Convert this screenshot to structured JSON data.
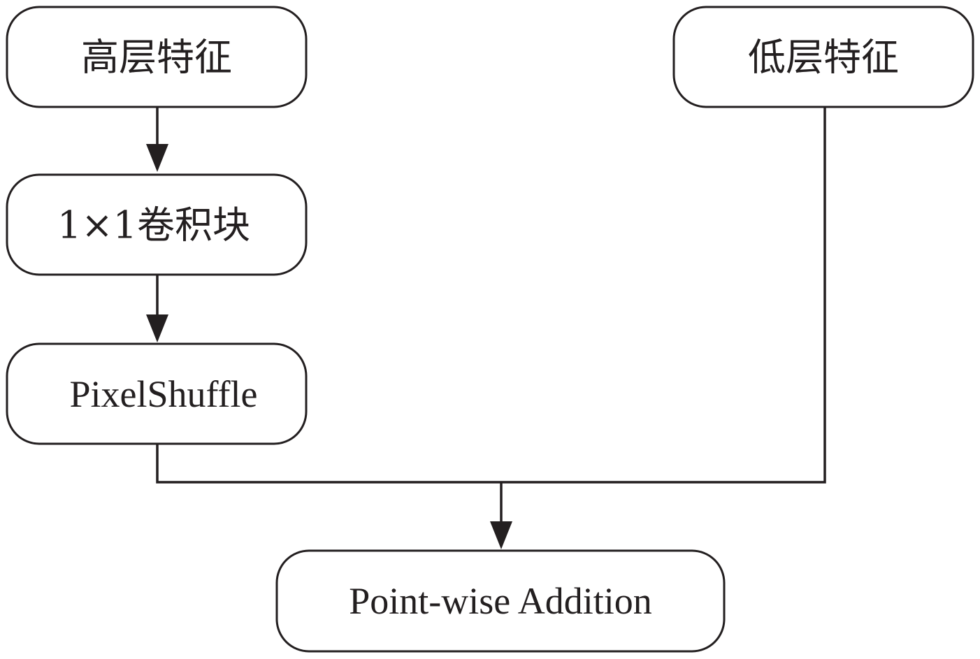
{
  "diagram": {
    "nodes": {
      "high_level": {
        "label": "高层特征"
      },
      "low_level": {
        "label": "低层特征"
      },
      "conv_block": {
        "label": "1×1卷积块"
      },
      "pixel_shuffle": {
        "label": "PixelShuffle"
      },
      "addition": {
        "label": "Point-wise Addition"
      }
    },
    "edges": [
      {
        "from": "high_level",
        "to": "conv_block"
      },
      {
        "from": "conv_block",
        "to": "pixel_shuffle"
      },
      {
        "from": "pixel_shuffle",
        "to": "addition"
      },
      {
        "from": "low_level",
        "to": "addition"
      }
    ],
    "colors": {
      "stroke": "#231f20",
      "background": "#ffffff"
    }
  }
}
